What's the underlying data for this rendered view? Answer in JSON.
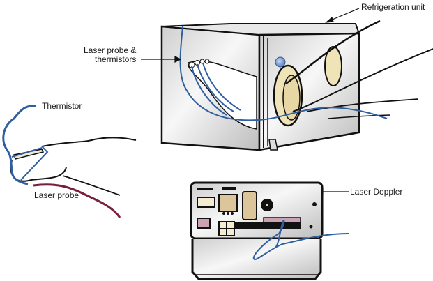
{
  "labels": {
    "refrigeration_unit": "Refrigeration unit",
    "laser_probe_thermistors_line1": "Laser probe &",
    "laser_probe_thermistors_line2": "thermistors",
    "thermistor": "Thermistor",
    "laser_probe": "Laser probe",
    "laser_doppler": "Laser Doppler"
  },
  "colors": {
    "cable_blue": "#2f5fa0",
    "probe_maroon": "#7a1e3a",
    "metal_gray": "#d9d9d9",
    "cuff_beige": "#efe3b8",
    "component_tan": "#dcc59a",
    "component_pink": "#c9a3b3",
    "component_cream": "#f3ecd0"
  }
}
